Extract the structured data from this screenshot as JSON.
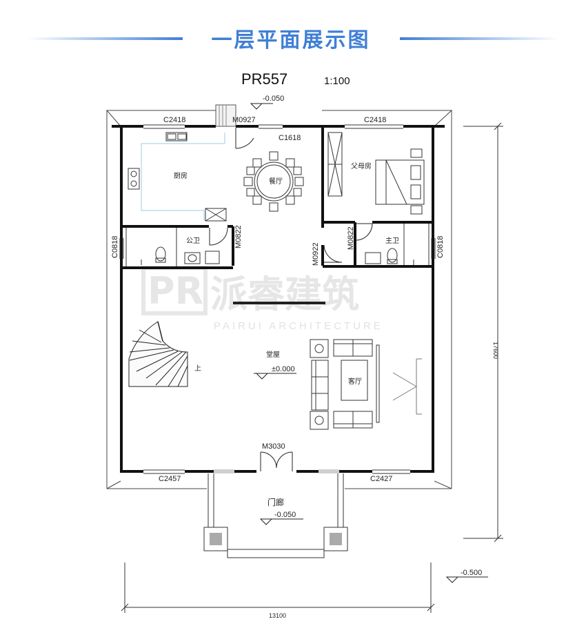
{
  "header": {
    "title": "一层平面展示图",
    "plan_code": "PR557",
    "scale": "1:100"
  },
  "levels": {
    "entry_top": "-0.050",
    "main_floor": "±0.000",
    "porch": "-0.050",
    "ground": "-0.500"
  },
  "openings": {
    "top_left_window": "C2418",
    "top_door": "M0927",
    "dining_window": "C1618",
    "top_right_window": "C2418",
    "left_side_window": "C0818",
    "right_side_window": "C0818",
    "public_bath_door": "M0822",
    "corridor_door": "M0922",
    "master_bath_door": "M0822",
    "main_door": "M3030",
    "bottom_left_window": "C2457",
    "bottom_right_window": "C2427"
  },
  "rooms": {
    "kitchen": "厨房",
    "dining": "餐厅",
    "parents_bedroom": "父母房",
    "public_bath": "公卫",
    "master_bath": "主卫",
    "hall": "堂屋",
    "living": "客厅",
    "porch": "门廊",
    "stair_up": "上"
  },
  "dimensions": {
    "total_width": "13100",
    "total_depth": "17600"
  },
  "watermark": {
    "logo": "PR",
    "brand": "派睿建筑",
    "brand_en": "PAIRUI ARCHITECTURE"
  },
  "colors": {
    "title_blue": "#3f7fd6",
    "wall": "#111111",
    "fixture_blue": "#9ccbe8"
  }
}
